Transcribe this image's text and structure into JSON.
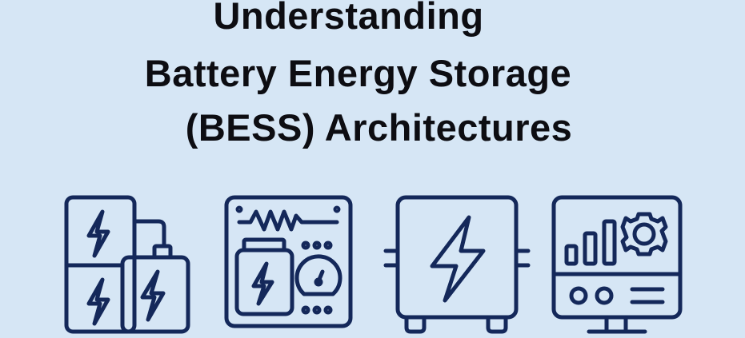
{
  "title": {
    "line1": "Understanding",
    "line2": "Battery Energy Storage",
    "line3": "(BESS) Architectures"
  },
  "colors": {
    "background": "#d6e6f5",
    "icon_stroke": "#14285a",
    "title": "#0d0d12"
  },
  "icons": [
    "battery-modules-icon",
    "battery-control-panel-icon",
    "power-cabinet-icon",
    "monitoring-display-icon"
  ]
}
